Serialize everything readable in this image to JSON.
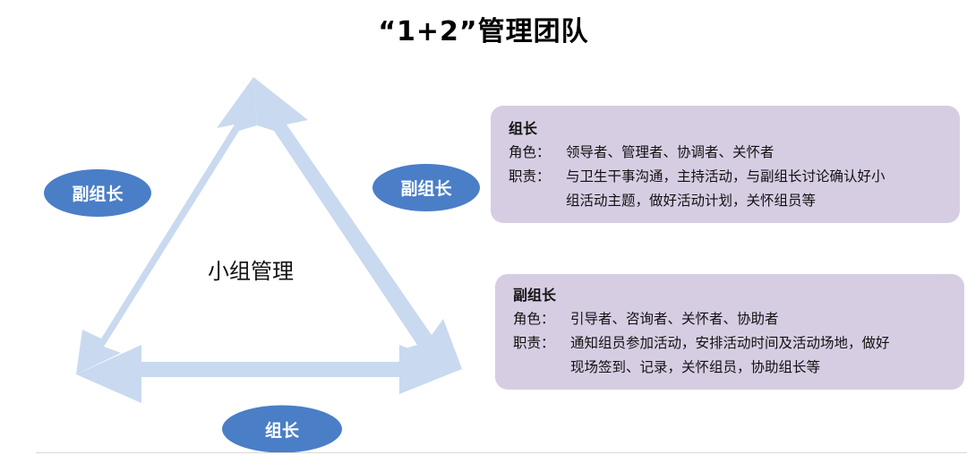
{
  "title": "“1+2”管理团队",
  "diagram": {
    "center_label": "小组管理",
    "left_ellipse": "副组长",
    "right_ellipse": "副组长",
    "bottom_ellipse": "组长"
  },
  "cards": [
    {
      "heading": "组长",
      "role_key": "角色：",
      "role_value": "领导者、管理者、协调者、关怀者",
      "duty_key": "职责：",
      "duty_line1": "与卫生干事沟通，主持活动，与副组长讨论确认好小",
      "duty_line2": "组活动主题，做好活动计划，关怀组员等"
    },
    {
      "heading": "副组长",
      "role_key": "角色：",
      "role_value": "引导者、咨询者、关怀者、协助者",
      "duty_key": "职责：",
      "duty_line1": "通知组员参加活动，安排活动时间及活动场地，做好",
      "duty_line2": "现场签到、记录，关怀组员，协助组长等"
    }
  ],
  "colors": {
    "arrow_fill": "#c9d9ef",
    "ellipse_fill": "#4a7ec7",
    "card_fill": "#d7cde3"
  }
}
